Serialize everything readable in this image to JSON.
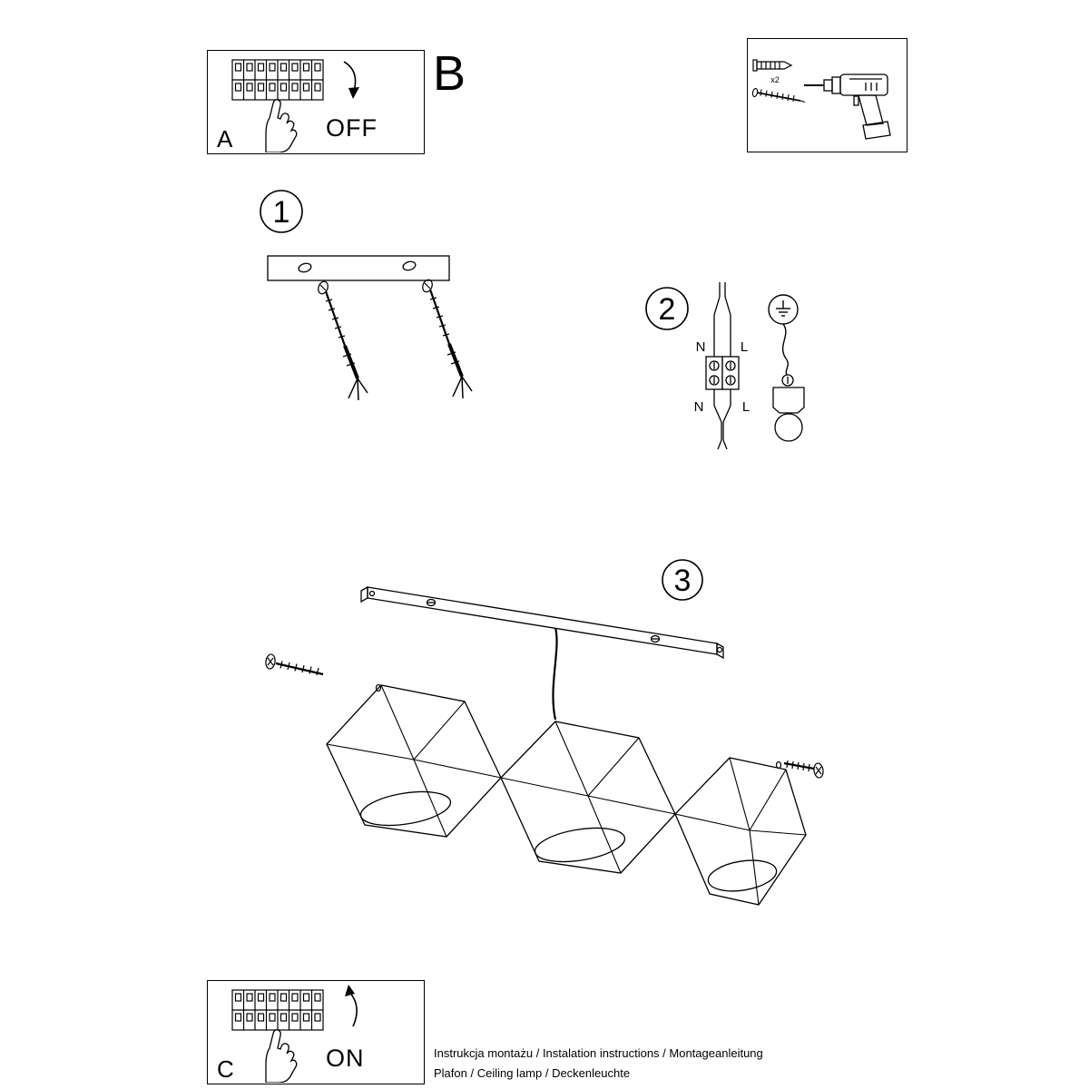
{
  "colors": {
    "ink": "#000000",
    "paper": "#ffffff"
  },
  "header": {
    "section_letter": "B"
  },
  "box_a": {
    "label": "A",
    "state": "OFF"
  },
  "box_c": {
    "label": "C",
    "state": "ON"
  },
  "tools": {
    "anchor_qty": "x2"
  },
  "step1": {
    "number": "1"
  },
  "step2": {
    "number": "2",
    "n_top": "N",
    "l_top": "L",
    "n_bottom": "N",
    "l_bottom": "L"
  },
  "step3": {
    "number": "3"
  },
  "footer": {
    "line1": "Instrukcja montażu / Instalation instructions / Montageanleitung",
    "line2": "Plafon / Ceiling lamp / Deckenleuchte"
  }
}
